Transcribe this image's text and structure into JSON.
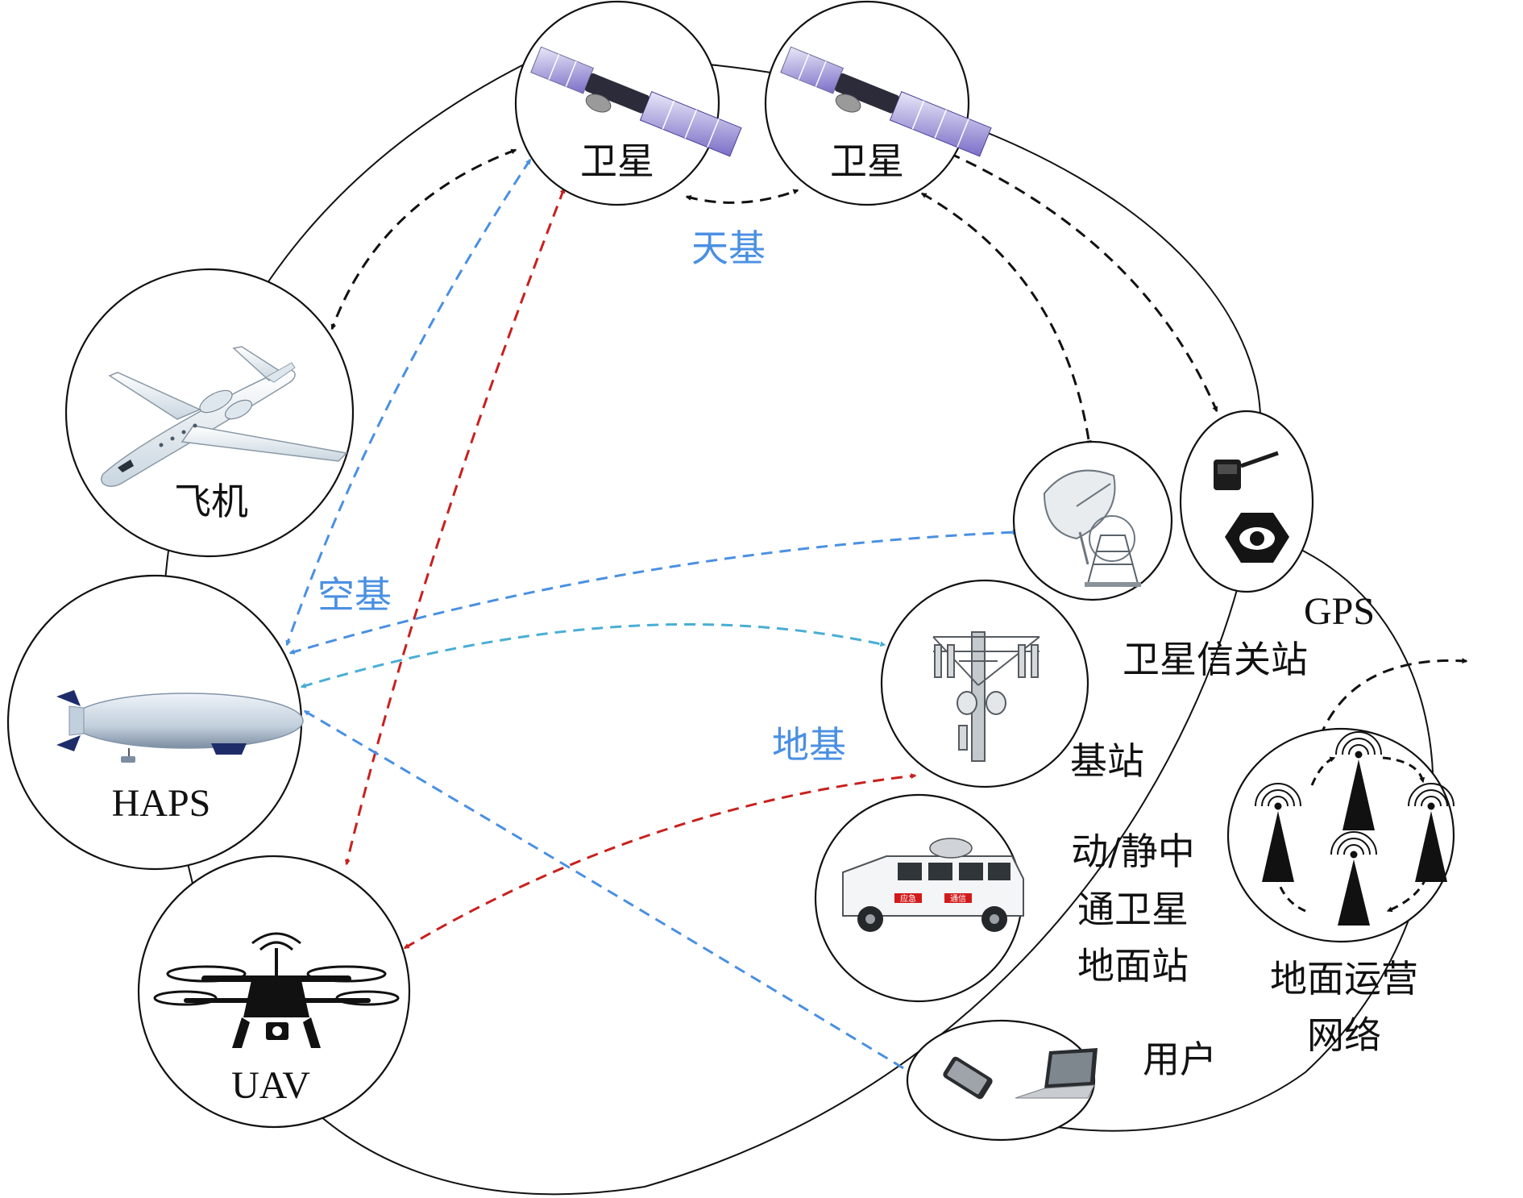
{
  "nodes": {
    "satellite_left": {
      "label": "卫星"
    },
    "satellite_right": {
      "label": "卫星"
    },
    "plane": {
      "label": "飞机"
    },
    "haps": {
      "label": "HAPS"
    },
    "uav": {
      "label": "UAV"
    },
    "gateway": {
      "label": "卫星信关站"
    },
    "gps": {
      "label": "GPS"
    },
    "base_station": {
      "label": "基站"
    },
    "mobile_station": {
      "label_lines": [
        "动/静中",
        "通卫星",
        "地面站"
      ]
    },
    "users": {
      "label": "用户"
    },
    "ground_network": {
      "label_lines": [
        "地面运营",
        "网络"
      ]
    }
  },
  "segments": {
    "space": "天基",
    "air": "空基",
    "ground": "地基"
  },
  "colors": {
    "black_link": "#111111",
    "blue_link": "#4a90e2",
    "red_link": "#c8201e",
    "cyan_link": "#49aed4",
    "segment_label": "#4a90e2"
  },
  "vehicle_text": [
    "应急",
    "通信"
  ]
}
